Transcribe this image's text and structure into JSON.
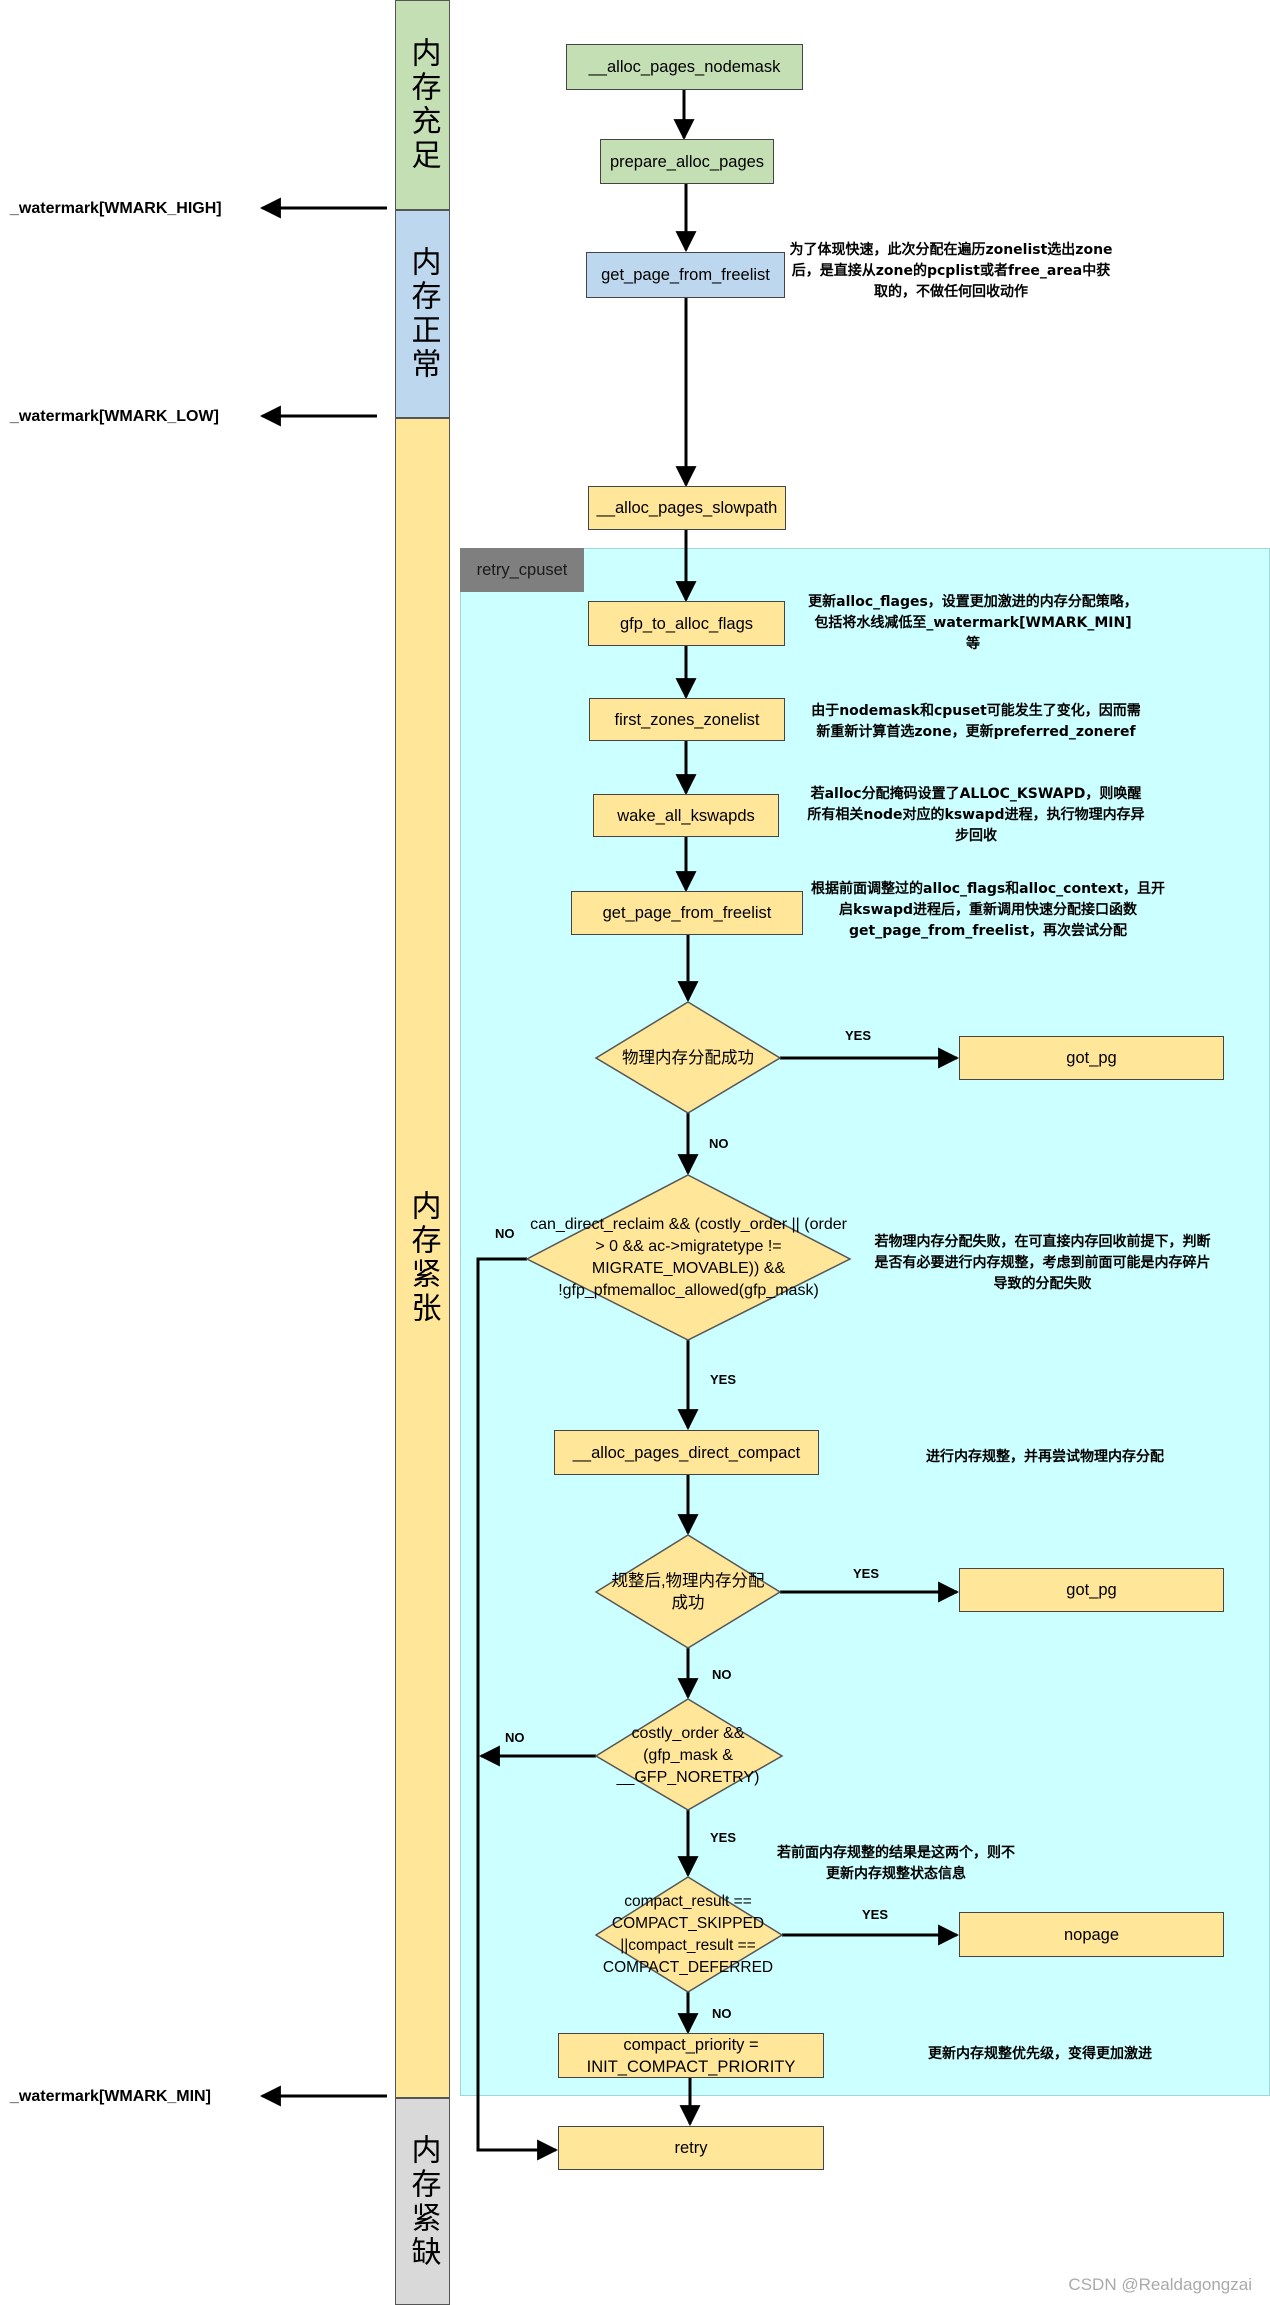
{
  "bands": {
    "sufficient": "内存充足",
    "normal": "内存正常",
    "tight": "内存紧张",
    "scarce": "内存紧缺"
  },
  "watermarks": {
    "high": "_watermark[WMARK_HIGH]",
    "low": "_watermark[WMARK_LOW]",
    "min": "_watermark[WMARK_MIN]"
  },
  "region": {
    "label": "retry_cpuset"
  },
  "nodes": {
    "alloc_nodemask": "__alloc_pages_nodemask",
    "prepare": "prepare_alloc_pages",
    "gpff1": "get_page_from_freelist",
    "slowpath": "__alloc_pages_slowpath",
    "gfp_flags": "gfp_to_alloc_flags",
    "first_zones": "first_zones_zonelist",
    "wake_kswapd": "wake_all_kswapds",
    "gpff2": "get_page_from_freelist",
    "got_pg1": "got_pg",
    "direct_compact": "__alloc_pages_direct_compact",
    "got_pg2": "got_pg",
    "nopage": "nopage",
    "compact_priority": "compact_priority = INIT_COMPACT_PRIORITY",
    "retry": "retry"
  },
  "decisions": {
    "d1": "物理内存分配成功",
    "d2": "can_direct_reclaim && (costly_order || (order > 0 && ac->migratetype != MIGRATE_MOVABLE)) && !gfp_pfmemalloc_allowed(gfp_mask)",
    "d3": "规整后,物理内存分配成功",
    "d4": "costly_order && (gfp_mask & __GFP_NORETRY)",
    "d5": "compact_result == COMPACT_SKIPPED ||compact_result == COMPACT_DEFERRED"
  },
  "edge_labels": {
    "d1_yes": "YES",
    "d1_no": "NO",
    "d2_no": "NO",
    "d2_yes": "YES",
    "d3_yes": "YES",
    "d3_no": "NO",
    "d4_no": "NO",
    "d4_yes": "YES",
    "d5_yes": "YES",
    "d5_no": "NO"
  },
  "notes": {
    "n1": "为了体现快速，此次分配在遍历zonelist选出zone后，是直接从zone的pcplist或者free_area中获取的，不做任何回收动作",
    "n2": "更新alloc_flages，设置更加激进的内存分配策略，包括将水线减低至_watermark[WMARK_MIN]等",
    "n3": "由于nodemask和cpuset可能发生了变化，因而需新重新计算首选zone，更新preferred_zoneref",
    "n4": "若alloc分配掩码设置了ALLOC_KSWAPD，则唤醒所有相关node对应的kswapd进程，执行物理内存异步回收",
    "n5": "根据前面调整过的alloc_flags和alloc_context，且开启kswapd进程后，重新调用快速分配接口函数get_page_from_freelist，再次尝试分配",
    "n6": "若物理内存分配失败，在可直接内存回收前提下，判断是否有必要进行内存规整，考虑到前面可能是内存碎片导致的分配失败",
    "n7": "进行内存规整，并再尝试物理内存分配",
    "n8": "若前面内存规整的结果是这两个，则不更新内存规整状态信息",
    "n9": "更新内存规整优先级，变得更加激进"
  },
  "watermark_credit": "CSDN @Realdagongzai",
  "colors": {
    "green": "#c5dfb4",
    "blue": "#bdd7ee",
    "yellow": "#ffe699",
    "gray": "#d9d9d9",
    "region": "#ccffff"
  }
}
